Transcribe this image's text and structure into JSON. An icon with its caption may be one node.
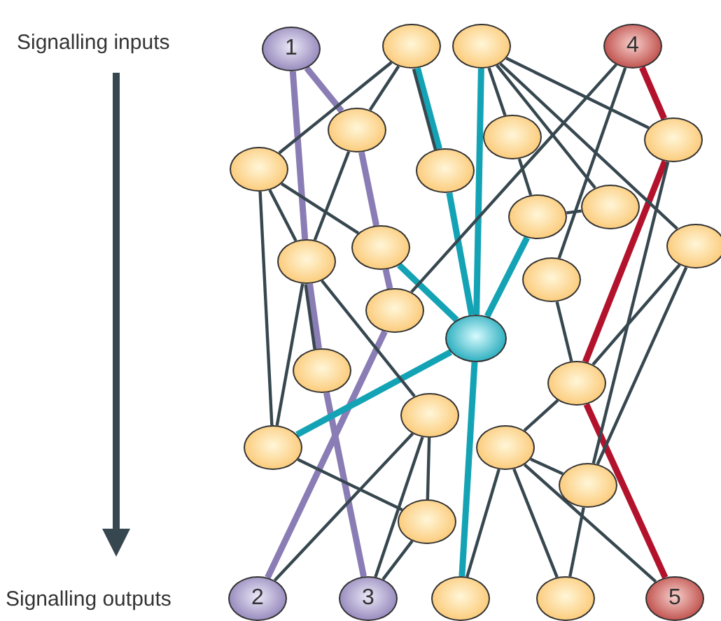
{
  "diagram": {
    "nodes": [
      {
        "text": [
          "1"
        ]
      },
      {
        "text": [],
        "shape": "circle"
      },
      {
        "text": [],
        "shape": "circle"
      },
      {
        "text": [
          "4"
        ]
      },
      {
        "text": [],
        "shape": "circle"
      },
      {
        "text": [],
        "shape": "circle"
      },
      {
        "text": [],
        "shape": "circle"
      },
      {
        "text": [],
        "shape": "circle"
      },
      {
        "text": [],
        "shape": "circle"
      },
      {
        "text": [],
        "shape": "circle"
      },
      {
        "text": [],
        "shape": "circle"
      },
      {
        "text": [],
        "shape": "circle"
      },
      {
        "text": [],
        "shape": "circle"
      },
      {
        "text": [],
        "shape": "circle"
      },
      {
        "text": [],
        "shape": "circle"
      },
      {
        "text": [],
        "shape": "circle"
      },
      {
        "text": [],
        "shape": "circle"
      },
      {
        "text": [],
        "shape": "circle"
      },
      {
        "text": [],
        "shape": "circle"
      },
      {
        "text": [],
        "shape": "circle"
      },
      {
        "text": [],
        "shape": "circle"
      },
      {
        "text": [],
        "shape": "circle"
      },
      {
        "text": [],
        "shape": "circle"
      },
      {
        "text": [],
        "shape": "circle"
      },
      {
        "text": [
          "2"
        ]
      },
      {
        "text": [
          "3"
        ]
      },
      {
        "text": [],
        "shape": "circle"
      },
      {
        "text": [],
        "shape": "circle"
      },
      {
        "text": [
          "5"
        ]
      }
    ],
    "edges": [
      {
        "from": 0,
        "to": 4,
        "arrow": "none",
        "style": "thick",
        "color": "#8a7cb4"
      },
      {
        "from": 4,
        "to": 13,
        "arrow": "none",
        "style": "thick",
        "color": "#8a7cb4"
      },
      {
        "from": 13,
        "to": 14,
        "arrow": "none",
        "style": "thick",
        "color": "#8a7cb4"
      },
      {
        "from": 14,
        "to": 24,
        "arrow": "none",
        "style": "thick",
        "color": "#8a7cb4"
      },
      {
        "from": 0,
        "to": 12,
        "arrow": "none",
        "style": "thick",
        "color": "#8a7cb4"
      },
      {
        "from": 12,
        "to": 17,
        "arrow": "none",
        "style": "thick",
        "color": "#8a7cb4"
      },
      {
        "from": 17,
        "to": 25,
        "arrow": "none",
        "style": "thick",
        "color": "#8a7cb4"
      },
      {
        "from": 1,
        "to": 8,
        "arrow": "none",
        "style": "thick",
        "color": "#13a3b5"
      },
      {
        "from": 8,
        "to": 15,
        "arrow": "none",
        "style": "thick",
        "color": "#13a3b5"
      },
      {
        "from": 2,
        "to": 15,
        "arrow": "none",
        "style": "thick",
        "color": "#13a3b5"
      },
      {
        "from": 10,
        "to": 15,
        "arrow": "none",
        "style": "thick",
        "color": "#13a3b5"
      },
      {
        "from": 13,
        "to": 15,
        "arrow": "none",
        "style": "thick",
        "color": "#13a3b5"
      },
      {
        "from": 20,
        "to": 15,
        "arrow": "none",
        "style": "thick",
        "color": "#13a3b5"
      },
      {
        "from": 15,
        "to": 26,
        "arrow": "none",
        "style": "thick",
        "color": "#13a3b5"
      },
      {
        "from": 3,
        "to": 7,
        "arrow": "none",
        "style": "thick",
        "color": "#b3122c"
      },
      {
        "from": 7,
        "to": 18,
        "arrow": "none",
        "style": "thick",
        "color": "#b3122c"
      },
      {
        "from": 18,
        "to": 28,
        "arrow": "none",
        "style": "thick",
        "color": "#b3122c"
      },
      {
        "from": 1,
        "to": 4,
        "arrow": "none"
      },
      {
        "from": 1,
        "to": 5,
        "arrow": "none"
      },
      {
        "from": 1,
        "to": 8,
        "arrow": "none"
      },
      {
        "from": 2,
        "to": 6,
        "arrow": "none"
      },
      {
        "from": 2,
        "to": 7,
        "arrow": "none"
      },
      {
        "from": 2,
        "to": 9,
        "arrow": "none"
      },
      {
        "from": 2,
        "to": 11,
        "arrow": "none"
      },
      {
        "from": 3,
        "to": 14,
        "arrow": "none"
      },
      {
        "from": 3,
        "to": 16,
        "arrow": "none"
      },
      {
        "from": 6,
        "to": 10,
        "arrow": "none"
      },
      {
        "from": 10,
        "to": 9,
        "arrow": "none"
      },
      {
        "from": 4,
        "to": 12,
        "arrow": "none"
      },
      {
        "from": 5,
        "to": 12,
        "arrow": "none"
      },
      {
        "from": 5,
        "to": 13,
        "arrow": "none"
      },
      {
        "from": 5,
        "to": 20,
        "arrow": "none"
      },
      {
        "from": 12,
        "to": 20,
        "arrow": "none"
      },
      {
        "from": 12,
        "to": 17,
        "arrow": "none"
      },
      {
        "from": 12,
        "to": 19,
        "arrow": "none"
      },
      {
        "from": 7,
        "to": 22,
        "arrow": "none"
      },
      {
        "from": 11,
        "to": 18,
        "arrow": "none"
      },
      {
        "from": 11,
        "to": 22,
        "arrow": "none"
      },
      {
        "from": 16,
        "to": 18,
        "arrow": "none"
      },
      {
        "from": 18,
        "to": 21,
        "arrow": "none"
      },
      {
        "from": 21,
        "to": 22,
        "arrow": "none"
      },
      {
        "from": 21,
        "to": 26,
        "arrow": "none"
      },
      {
        "from": 21,
        "to": 27,
        "arrow": "none"
      },
      {
        "from": 21,
        "to": 28,
        "arrow": "none"
      },
      {
        "from": 22,
        "to": 27,
        "arrow": "none"
      },
      {
        "from": 19,
        "to": 24,
        "arrow": "none"
      },
      {
        "from": 19,
        "to": 25,
        "arrow": "none"
      },
      {
        "from": 19,
        "to": 23,
        "arrow": "none"
      },
      {
        "from": 20,
        "to": 23,
        "arrow": "none"
      },
      {
        "from": 23,
        "to": 25,
        "arrow": "none"
      }
    ],
    "labels": [
      "Signalling inputs",
      "Signalling outputs"
    ]
  }
}
